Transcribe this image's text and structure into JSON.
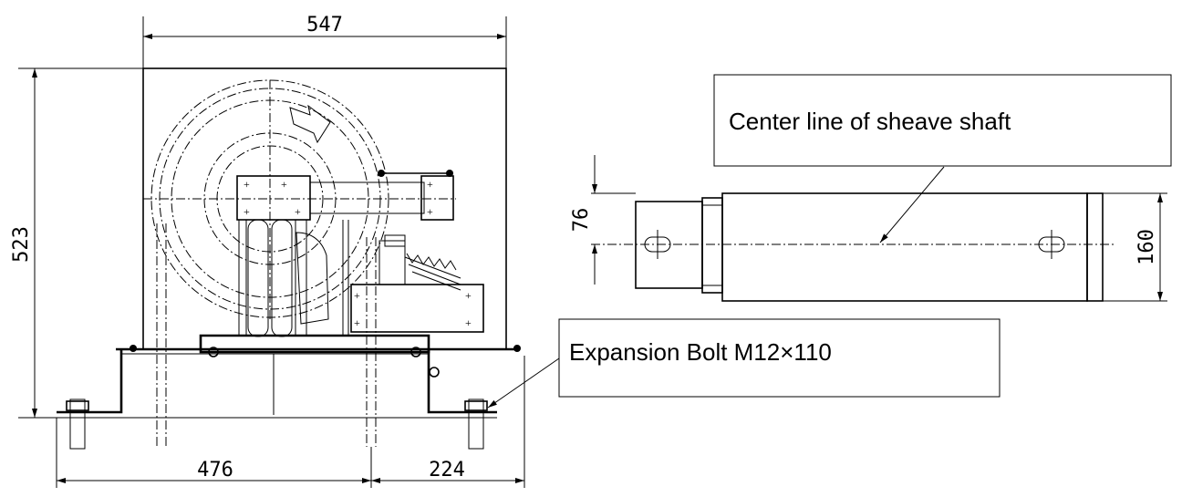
{
  "dimensions": {
    "width_top": "547",
    "height_left": "523",
    "base_left": "476",
    "base_right": "224",
    "shaft_offset": "76",
    "shaft_diameter": "160"
  },
  "callouts": {
    "sheave_shaft": "Center line of sheave shaft",
    "expansion_bolt": "Expansion Bolt M12×110"
  }
}
